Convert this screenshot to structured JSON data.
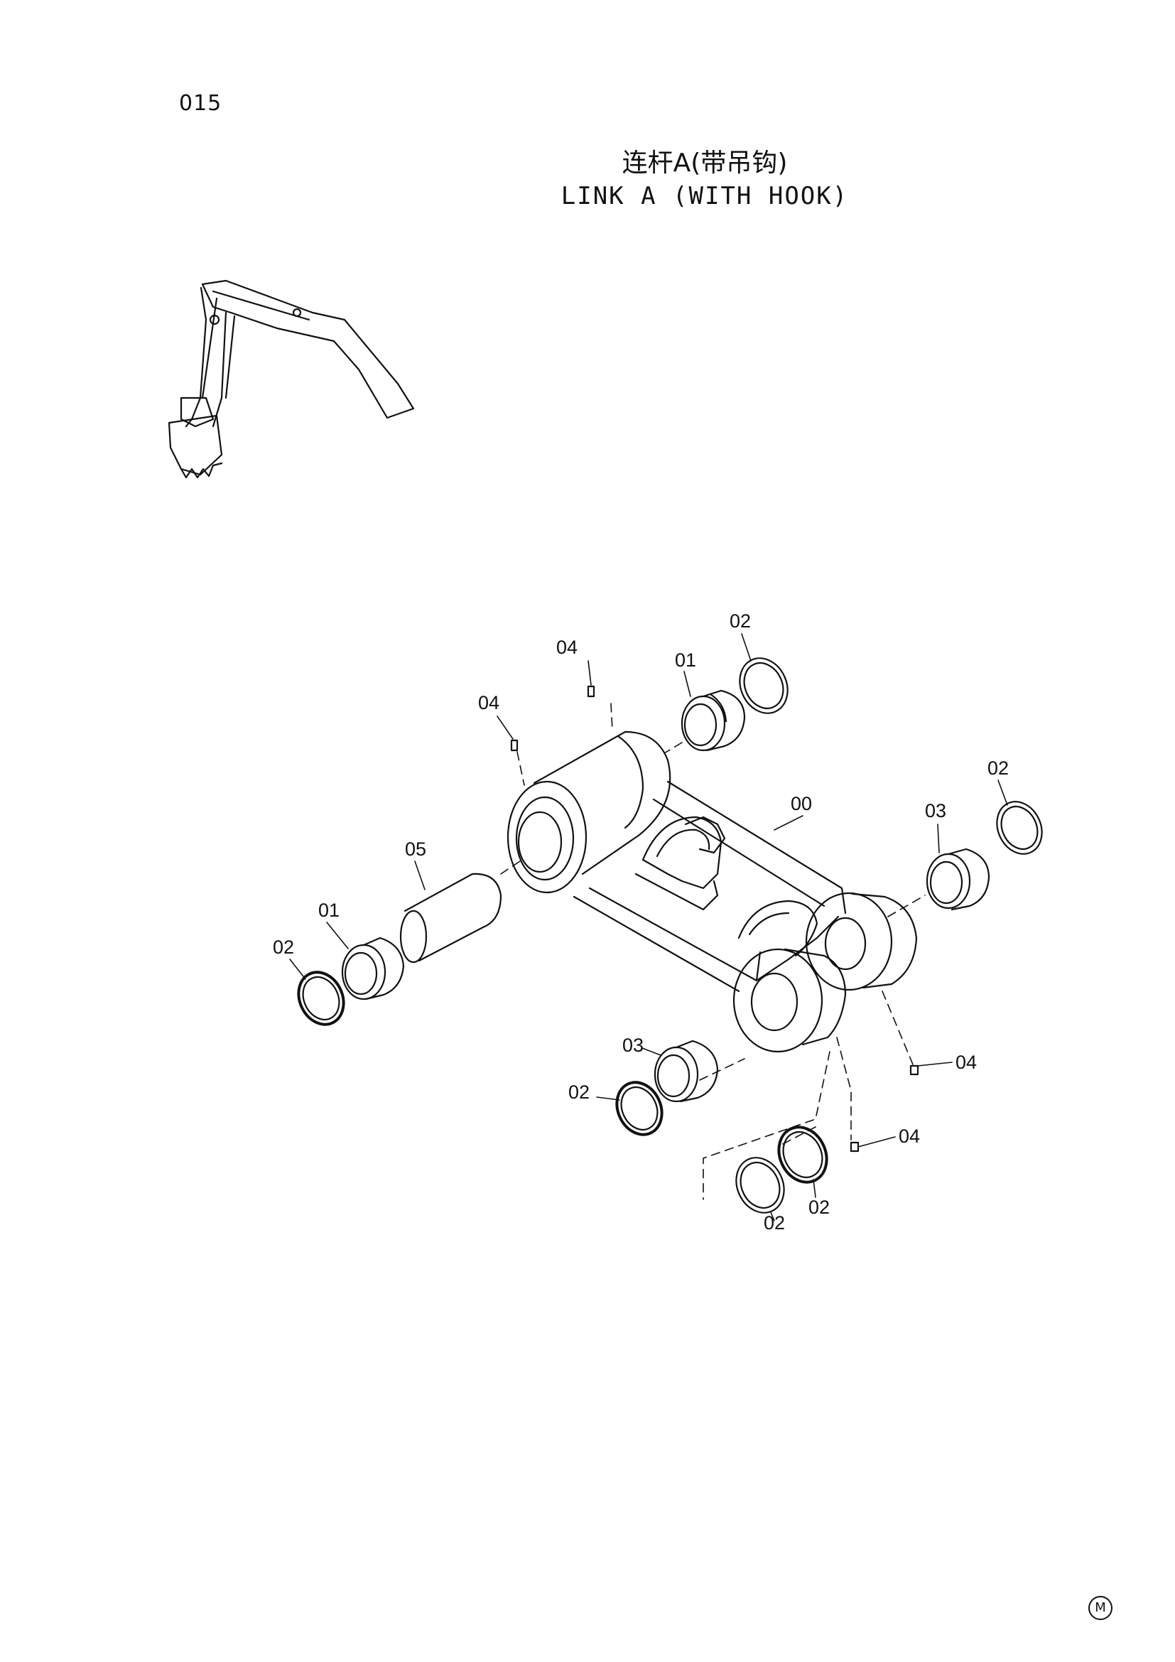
{
  "page": {
    "number": "015",
    "title_cn": "连杆A(带吊钩)",
    "title_en": "LINK A (WITH HOOK)",
    "mark": "M"
  },
  "callouts": {
    "c1": "02",
    "c2": "04",
    "c3": "01",
    "c4": "04",
    "c5": "02",
    "c6": "00",
    "c7": "03",
    "c8": "05",
    "c9": "01",
    "c10": "02",
    "c11": "03",
    "c12": "04",
    "c13": "02",
    "c14": "04",
    "c15": "02",
    "c16": "02"
  }
}
